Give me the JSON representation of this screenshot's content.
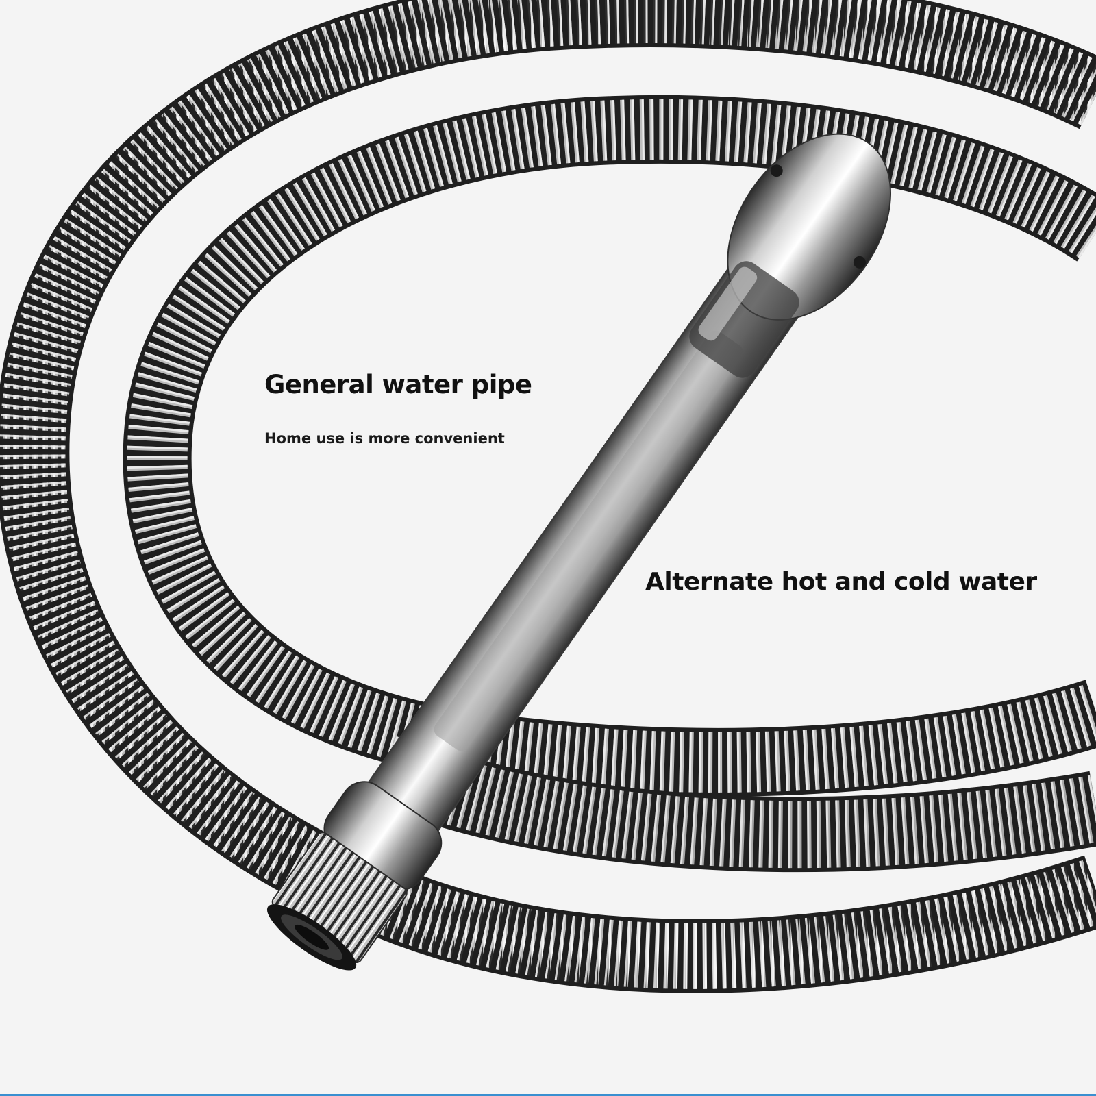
{
  "colors": {
    "background": "#f4f4f4",
    "metal_dark": "#2a2a2a",
    "metal_mid": "#8a8a8a",
    "metal_light": "#f2f2f2",
    "text": "#111111",
    "edge_accent": "#3a8fd0"
  },
  "texts": {
    "headline_1": "General water pipe",
    "subline_1": "Home use is more convenient",
    "headline_2": "Alternate hot and cold water"
  }
}
